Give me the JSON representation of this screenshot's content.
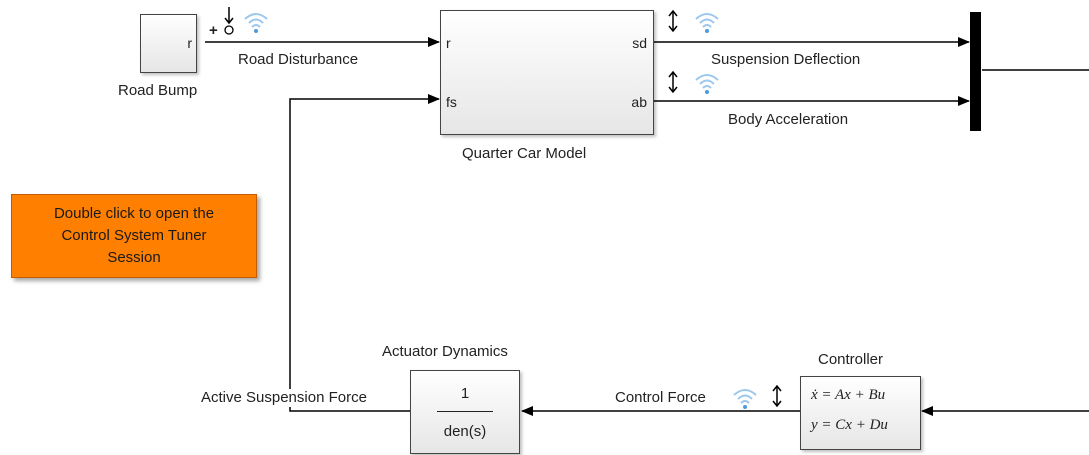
{
  "blocks": {
    "road_bump": {
      "label": "Road Bump",
      "port_r": "r"
    },
    "quarter_car": {
      "label": "Quarter Car Model",
      "in_r": "r",
      "in_fs": "fs",
      "out_sd": "sd",
      "out_ab": "ab"
    },
    "actuator": {
      "label": "Actuator Dynamics",
      "numerator": "1",
      "denominator": "den(s)"
    },
    "controller": {
      "label": "Controller",
      "eq1": "ẋ = Ax + Bu",
      "eq2": "y = Cx + Du"
    }
  },
  "signals": {
    "road_disturbance": "Road Disturbance",
    "suspension_deflection": "Suspension Deflection",
    "body_acceleration": "Body Acceleration",
    "active_suspension_force": "Active Suspension Force",
    "control_force": "Control Force",
    "sum_sign": "+"
  },
  "note": {
    "line1": "Double click to open the",
    "line2": "Control System Tuner",
    "line3": "Session",
    "color": "#ff7f00"
  },
  "icons": [
    "signal-logging-icon",
    "io-point-icon",
    "perturbation-input-icon"
  ]
}
